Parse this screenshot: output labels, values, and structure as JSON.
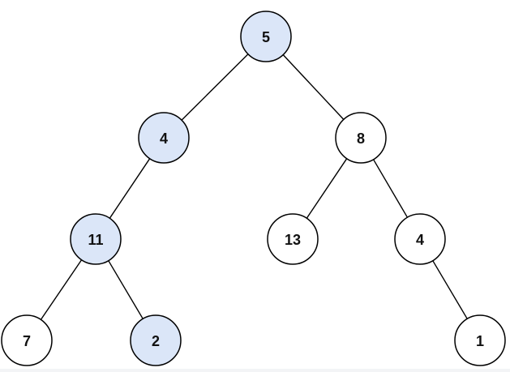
{
  "colors": {
    "highlight_fill": "#dbe6f8",
    "default_fill": "#ffffff",
    "stroke": "#000000",
    "text": "#111111"
  },
  "tree": {
    "nodes": [
      {
        "id": "n1",
        "value": "5",
        "highlighted": true
      },
      {
        "id": "n2",
        "value": "4",
        "highlighted": true
      },
      {
        "id": "n3",
        "value": "8",
        "highlighted": false
      },
      {
        "id": "n4",
        "value": "11",
        "highlighted": true
      },
      {
        "id": "n5",
        "value": "13",
        "highlighted": false
      },
      {
        "id": "n6",
        "value": "4",
        "highlighted": false
      },
      {
        "id": "n7",
        "value": "7",
        "highlighted": false
      },
      {
        "id": "n8",
        "value": "2",
        "highlighted": true
      },
      {
        "id": "n9",
        "value": "1",
        "highlighted": false
      }
    ],
    "edges": [
      {
        "from": "n1",
        "to": "n2"
      },
      {
        "from": "n1",
        "to": "n3"
      },
      {
        "from": "n2",
        "to": "n4"
      },
      {
        "from": "n3",
        "to": "n5"
      },
      {
        "from": "n3",
        "to": "n6"
      },
      {
        "from": "n4",
        "to": "n7"
      },
      {
        "from": "n4",
        "to": "n8"
      },
      {
        "from": "n6",
        "to": "n9"
      }
    ]
  }
}
